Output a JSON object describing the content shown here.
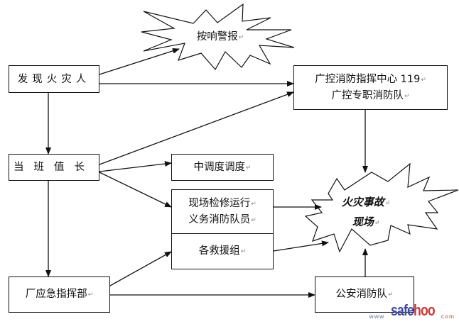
{
  "diagram": {
    "type": "fire-emergency-response-flowchart",
    "nodes": {
      "discoverer": {
        "lines": [
          "发现火灾人"
        ]
      },
      "alarm": {
        "lines": [
          "按响警报"
        ],
        "shape": "explosion"
      },
      "command_center": {
        "lines": [
          "广控消防指挥中心 119",
          "广控专职消防队"
        ]
      },
      "shift_leader": {
        "lines": [
          "当班值长"
        ]
      },
      "dispatch": {
        "lines": [
          "中调度调度"
        ]
      },
      "onsite_staff": {
        "lines": [
          "现场检修运行",
          "义务消防队员"
        ]
      },
      "rescue_groups": {
        "lines": [
          "各救援组"
        ]
      },
      "incident_site": {
        "lines": [
          "火灾事故",
          "现场"
        ],
        "shape": "explosion"
      },
      "plant_hq": {
        "lines": [
          "厂应急指挥部"
        ]
      },
      "police_fire": {
        "lines": [
          "公安消防队"
        ]
      }
    },
    "edges": [
      {
        "from": "discoverer",
        "to": "alarm"
      },
      {
        "from": "discoverer",
        "to": "command_center"
      },
      {
        "from": "discoverer",
        "to": "shift_leader"
      },
      {
        "from": "shift_leader",
        "to": "command_center"
      },
      {
        "from": "shift_leader",
        "to": "dispatch"
      },
      {
        "from": "shift_leader",
        "to": "onsite_staff"
      },
      {
        "from": "shift_leader",
        "to": "plant_hq"
      },
      {
        "from": "command_center",
        "to": "incident_site"
      },
      {
        "from": "onsite_staff",
        "to": "incident_site"
      },
      {
        "from": "rescue_groups",
        "to": "incident_site"
      },
      {
        "from": "plant_hq",
        "to": "rescue_groups"
      },
      {
        "from": "plant_hq",
        "to": "police_fire"
      },
      {
        "from": "police_fire",
        "to": "incident_site"
      }
    ],
    "return_mark": "↵"
  },
  "watermark": {
    "prefix": "www",
    "part1": "safe",
    "part2": "hoo",
    "suffix": "com"
  },
  "colors": {
    "line": "#111111",
    "watermark_blue": "#3d4aa0",
    "watermark_red": "#c93a3a"
  }
}
